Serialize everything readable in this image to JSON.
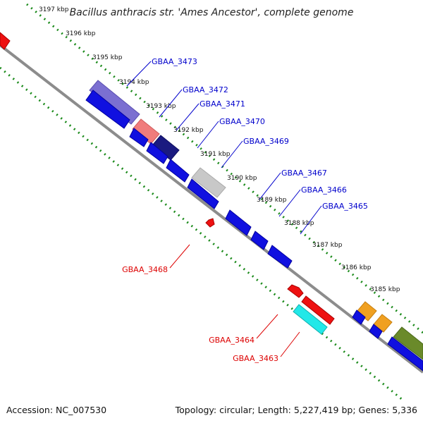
{
  "title": "Bacillus anthracis str. 'Ames Ancestor', complete genome",
  "footer": {
    "accession": "Accession: NC_007530",
    "summary": "Topology: circular; Length: 5,227,419 bp; Genes: 5,336"
  },
  "colors": {
    "backbone": "#8c8c8c",
    "dots": "#1a8a1a",
    "forward_label": "#0000cc",
    "reverse_label": "#dd0000"
  },
  "ticks": [
    "3197 kbp",
    "3196 kbp",
    "3195 kbp",
    "3194 kbp",
    "3193 kbp",
    "3192 kbp",
    "3191 kbp",
    "3190 kbp",
    "3189 kbp",
    "3188 kbp",
    "3187 kbp",
    "3186 kbp",
    "3185 kbp"
  ],
  "labels": {
    "forward": [
      "GBAA_3473",
      "GBAA_3472",
      "GBAA_3471",
      "GBAA_3470",
      "GBAA_3469",
      "GBAA_3467",
      "GBAA_3466",
      "GBAA_3465"
    ],
    "reverse": [
      "GBAA_3468",
      "GBAA_3464",
      "GBAA_3463"
    ]
  }
}
